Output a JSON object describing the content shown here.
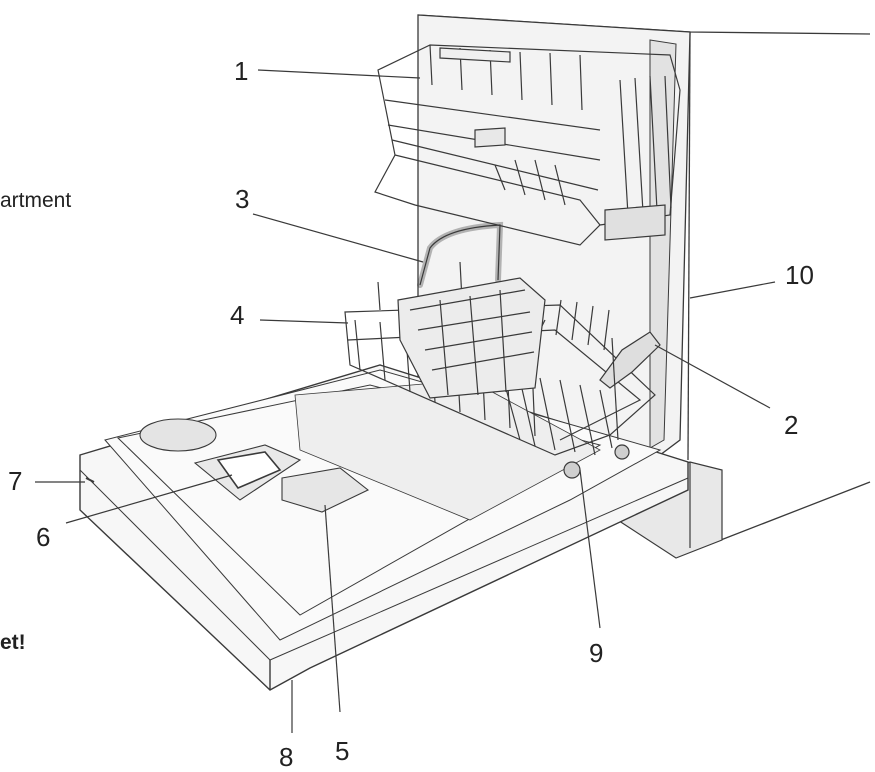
{
  "side_text": {
    "compartment_fragment": "artment",
    "note_fragment": "et!"
  },
  "callouts": {
    "c1": "1",
    "c2": "2",
    "c3": "3",
    "c4": "4",
    "c5": "5",
    "c6": "6",
    "c7": "7",
    "c8": "8",
    "c9": "9",
    "c10": "10"
  },
  "colors": {
    "line": "#3a3a3a",
    "fill": "#f7f7f7",
    "shade": "#e6e6e6"
  }
}
